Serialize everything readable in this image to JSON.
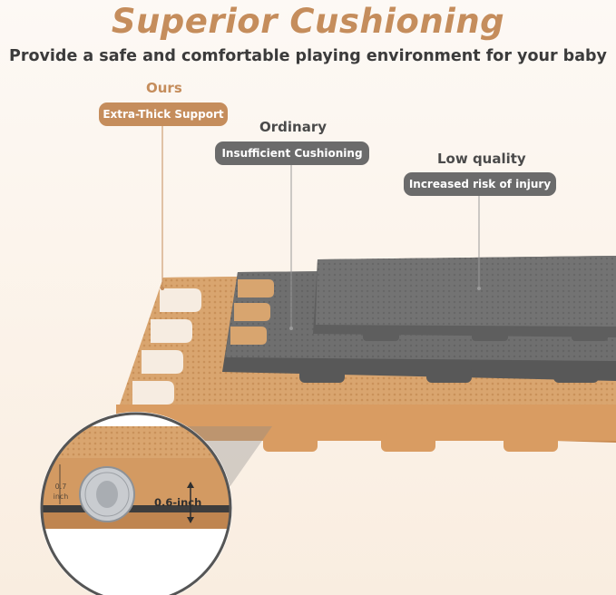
{
  "header": {
    "title": "Superior Cushioning",
    "subtitle": "Provide a safe and comfortable playing environment for your baby"
  },
  "labels": {
    "ours": {
      "heading": "Ours",
      "pill": "Extra-Thick Support"
    },
    "ordinary": {
      "heading": "Ordinary",
      "pill": "Insufficient Cushioning"
    },
    "low_quality": {
      "heading": "Low quality",
      "pill": "Increased risk of injury"
    }
  },
  "callout": {
    "ours_thickness_value": "0.7",
    "ours_thickness_unit": "inch",
    "compare_thickness": "0.6-inch"
  },
  "colors": {
    "brand": "#c58d5c",
    "gray_pill": "#6b6b6b",
    "ours_mat": "#d6a06c",
    "gray_mat": "#6e6e6e"
  }
}
